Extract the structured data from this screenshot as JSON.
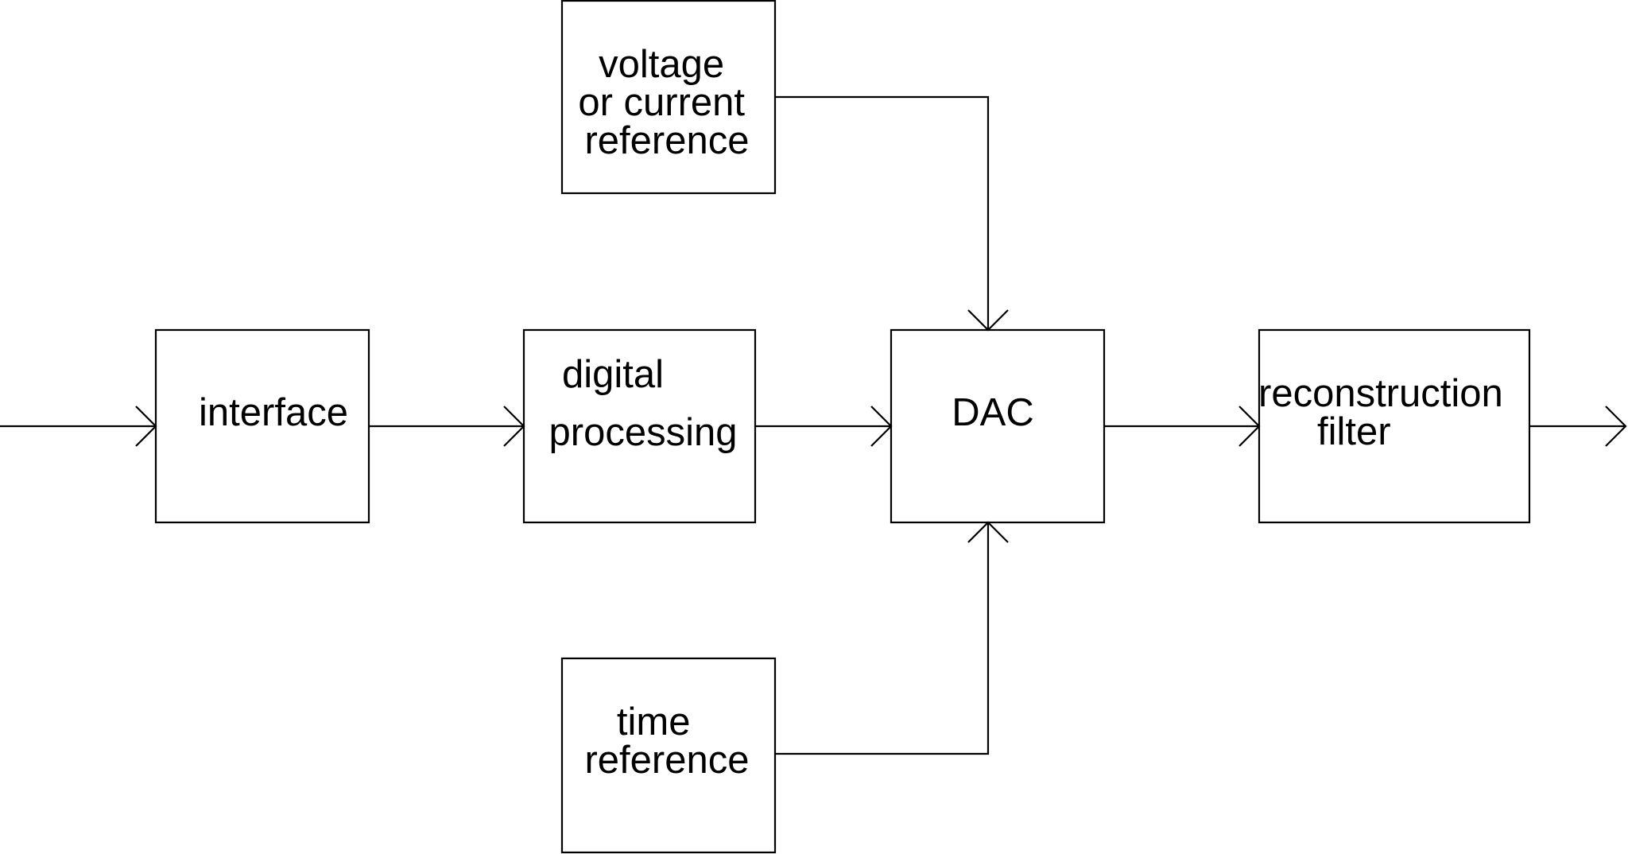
{
  "diagram": {
    "blocks": {
      "voltage_reference": {
        "lines": [
          "voltage",
          "or current",
          "reference"
        ]
      },
      "interface": {
        "lines": [
          "interface"
        ]
      },
      "digital_processing": {
        "lines": [
          "digital",
          "processing"
        ]
      },
      "dac": {
        "lines": [
          "DAC"
        ]
      },
      "reconstruction_filter": {
        "lines": [
          "reconstruction",
          "filter"
        ]
      },
      "time_reference": {
        "lines": [
          "time",
          "reference"
        ]
      }
    },
    "colors": {
      "stroke": "#000000",
      "background": "#ffffff"
    }
  }
}
